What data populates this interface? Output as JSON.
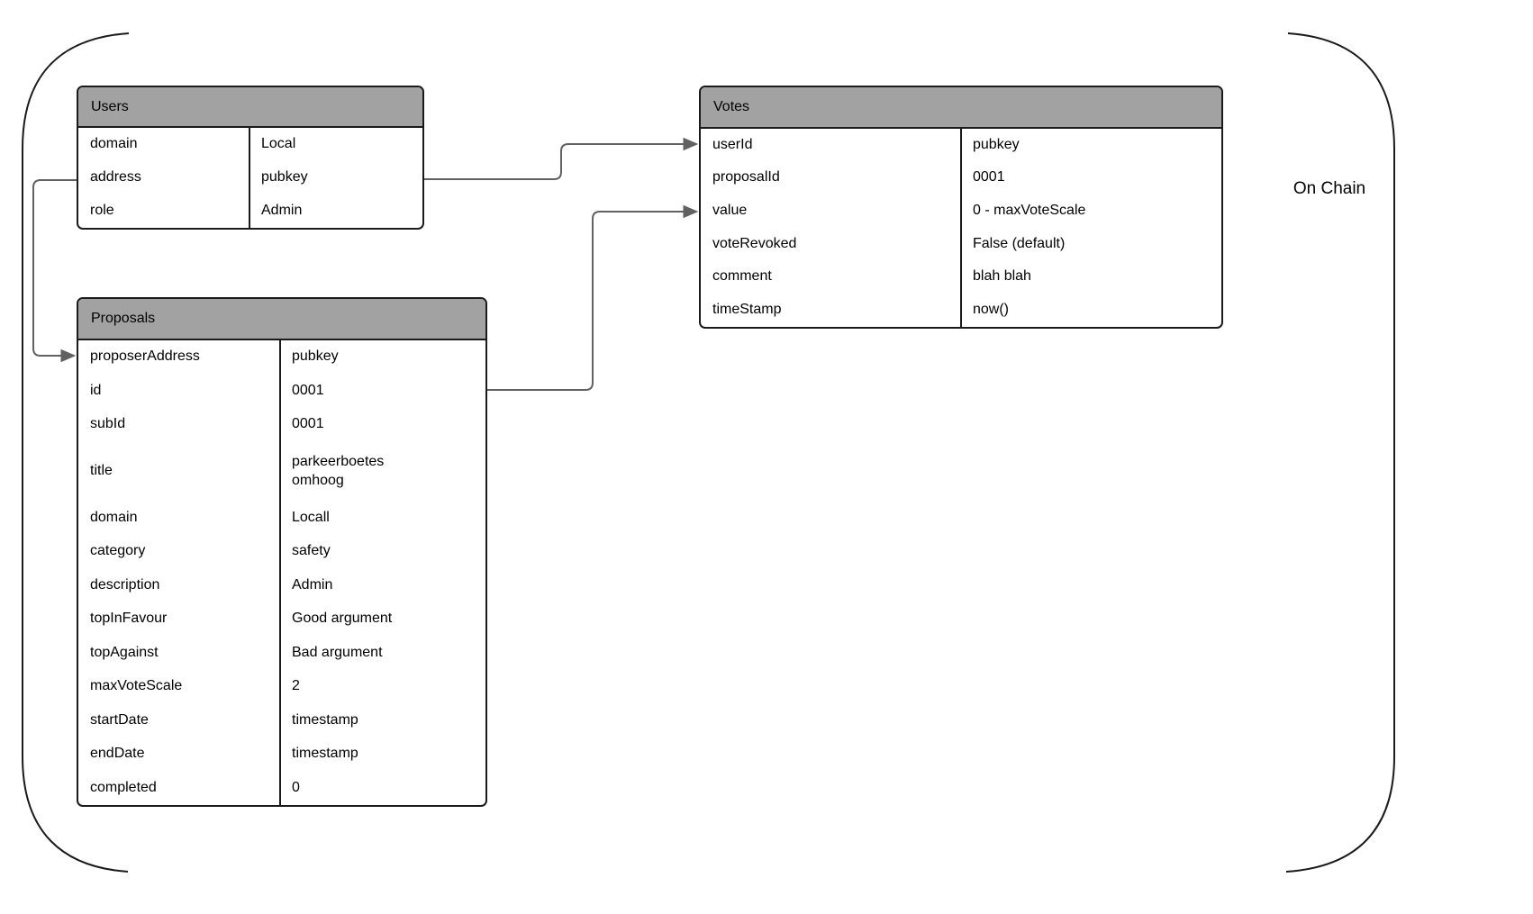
{
  "diagram": {
    "annotation": "On Chain",
    "tables": {
      "users": {
        "title": "Users",
        "rows": [
          {
            "field": "domain",
            "value": "Local"
          },
          {
            "field": "address",
            "value": "pubkey"
          },
          {
            "field": "role",
            "value": "Admin"
          }
        ]
      },
      "proposals": {
        "title": "Proposals",
        "rows": [
          {
            "field": "proposerAddress",
            "value": "pubkey"
          },
          {
            "field": "id",
            "value": "0001"
          },
          {
            "field": "subId",
            "value": "0001"
          },
          {
            "field": "title",
            "value": "parkeerboetes\nomhoog"
          },
          {
            "field": "domain",
            "value": "Locall"
          },
          {
            "field": "category",
            "value": "safety"
          },
          {
            "field": "description",
            "value": "Admin"
          },
          {
            "field": "topInFavour",
            "value": "Good argument"
          },
          {
            "field": "topAgainst",
            "value": "Bad argument"
          },
          {
            "field": "maxVoteScale",
            "value": "2"
          },
          {
            "field": "startDate",
            "value": "timestamp"
          },
          {
            "field": "endDate",
            "value": "timestamp"
          },
          {
            "field": "completed",
            "value": "0"
          }
        ]
      },
      "votes": {
        "title": "Votes",
        "rows": [
          {
            "field": "userId",
            "value": "pubkey"
          },
          {
            "field": "proposalId",
            "value": "0001"
          },
          {
            "field": "value",
            "value": "0 - maxVoteScale"
          },
          {
            "field": "voteRevoked",
            "value": "False (default)"
          },
          {
            "field": "comment",
            "value": "blah blah"
          },
          {
            "field": "timeStamp",
            "value": "now()"
          }
        ]
      }
    },
    "connectors": [
      {
        "from": "Users.address",
        "to": "Proposals.proposerAddress"
      },
      {
        "from": "Users.address",
        "to": "Votes.userId"
      },
      {
        "from": "Proposals.id",
        "to": "Votes.value"
      }
    ],
    "colors": {
      "header_fill": "#a2a2a2",
      "table_border": "#1a1a1a",
      "connector": "#616161",
      "brace": "#1a1a1a",
      "text": "#000000",
      "background": "#ffffff"
    }
  }
}
